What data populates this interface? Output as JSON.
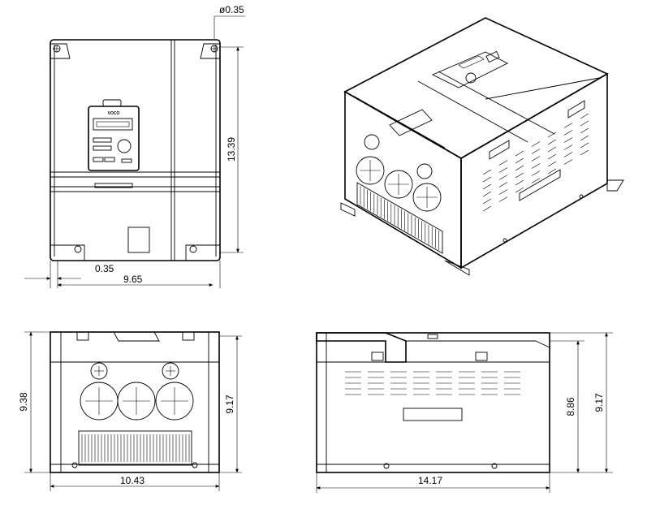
{
  "dimensions": {
    "front_top_hole_diameter": "ø0.35",
    "front_height": "13.39",
    "front_side_offset": "0.35",
    "front_width": "9.65",
    "bottom_view_overall_height": "9.38",
    "bottom_view_height": "9.17",
    "bottom_view_width": "10.43",
    "side_view_height_inner": "8.86",
    "side_view_height_outer": "9.17",
    "side_view_width": "14.17"
  },
  "keypad": {
    "brand": "VOCO"
  }
}
